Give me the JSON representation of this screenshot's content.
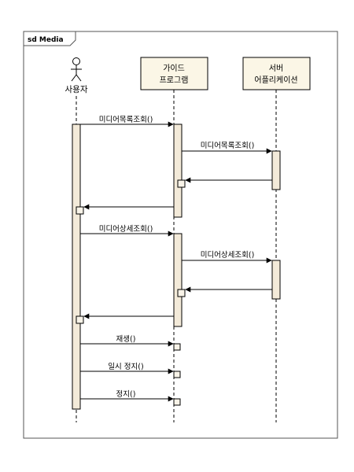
{
  "frame": {
    "label": "sd Media"
  },
  "actor": {
    "label": "사용자"
  },
  "lifelines": {
    "guide": {
      "label_line1": "가이드",
      "label_line2": "프로그램"
    },
    "server": {
      "label_line1": "서버",
      "label_line2": "어플리케이션"
    }
  },
  "messages": [
    {
      "label": "미디어목록조회()",
      "from": "actor",
      "to": "guide"
    },
    {
      "label": "미디어목록조회()",
      "from": "guide",
      "to": "server"
    },
    {
      "label": "",
      "from": "server",
      "to": "guide",
      "kind": "return"
    },
    {
      "label": "",
      "from": "guide",
      "to": "actor",
      "kind": "return"
    },
    {
      "label": "미디어상세조회()",
      "from": "actor",
      "to": "guide"
    },
    {
      "label": "미디어상세조회()",
      "from": "guide",
      "to": "server"
    },
    {
      "label": "",
      "from": "server",
      "to": "guide",
      "kind": "return"
    },
    {
      "label": "",
      "from": "guide",
      "to": "actor",
      "kind": "return"
    },
    {
      "label": "재생()",
      "from": "actor",
      "to": "guide"
    },
    {
      "label": "일시 정지()",
      "from": "actor",
      "to": "guide"
    },
    {
      "label": "정지()",
      "from": "actor",
      "to": "guide"
    }
  ],
  "colors": {
    "lifeline_head_fill": "#fbf6e6",
    "activation_fill": "#f3ead9",
    "line": "#000000",
    "frame_border": "#555555"
  }
}
